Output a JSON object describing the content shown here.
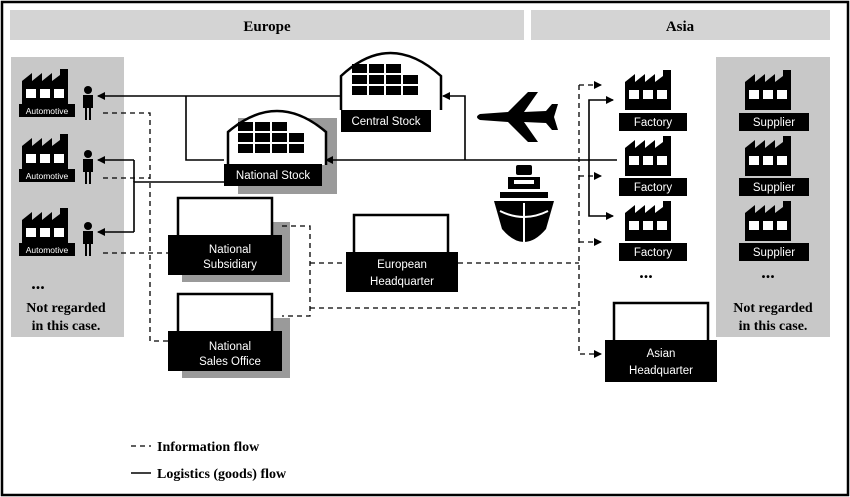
{
  "regions": {
    "europe": "Europe",
    "asia": "Asia"
  },
  "customers": {
    "items": [
      {
        "label": "Automotive"
      },
      {
        "label": "Automotive"
      },
      {
        "label": "Automotive"
      }
    ],
    "ellipsis": "...",
    "note_line1": "Not regarded",
    "note_line2": "in this case."
  },
  "central_stock": {
    "label": "Central Stock"
  },
  "national_stock": {
    "label": "National Stock"
  },
  "national_subsidiary": {
    "line1": "National",
    "line2": "Subsidiary"
  },
  "national_sales_office": {
    "line1": "National",
    "line2": "Sales Office"
  },
  "european_hq": {
    "line1": "European",
    "line2": "Headquarter"
  },
  "asian_hq": {
    "line1": "Asian",
    "line2": "Headquarter"
  },
  "factories": {
    "items": [
      {
        "label": "Factory"
      },
      {
        "label": "Factory"
      },
      {
        "label": "Factory"
      }
    ],
    "ellipsis": "..."
  },
  "suppliers": {
    "items": [
      {
        "label": "Supplier"
      },
      {
        "label": "Supplier"
      },
      {
        "label": "Supplier"
      }
    ],
    "ellipsis": "...",
    "note_line1": "Not regarded",
    "note_line2": "in this case."
  },
  "legend": {
    "information_flow": "Information flow",
    "logistics_flow": "Logistics (goods) flow"
  },
  "icons": {
    "transport_air": "airplane-icon",
    "transport_sea": "ship-icon",
    "factory": "factory-icon",
    "person": "person-icon"
  },
  "colors": {
    "panel": "#c8c8c8",
    "header": "#d4d4d4",
    "box": "#000000",
    "shadow": "#9a9a9a"
  }
}
